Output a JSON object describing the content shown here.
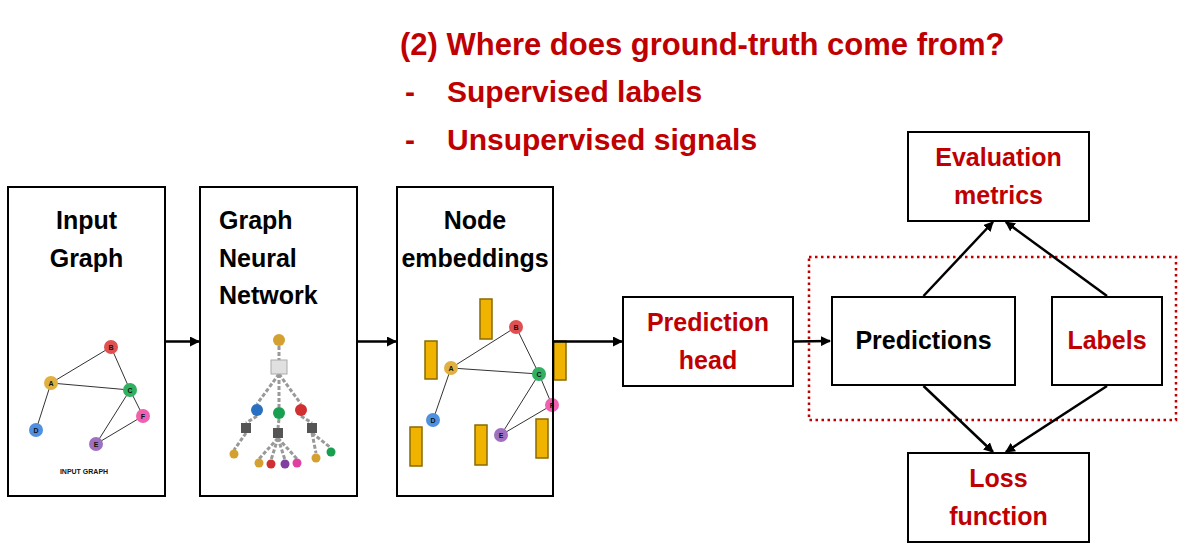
{
  "diagram": {
    "title": "(2) Where does ground-truth come from?",
    "nodes": [
      {
        "text": [
          "Input Graph"
        ]
      },
      {
        "text": [
          "Graph Neural Network"
        ]
      },
      {
        "text": [
          "Node embeddings"
        ]
      },
      {
        "text": [
          "Prediction head"
        ]
      },
      {
        "text": [
          "Evaluation metrics"
        ]
      },
      {
        "text": [
          "Predictions"
        ]
      },
      {
        "text": [
          "Labels"
        ]
      },
      {
        "text": [
          "Loss function"
        ]
      }
    ],
    "edges": [
      {
        "from": 0,
        "to": 1,
        "arrow": "to"
      },
      {
        "from": 1,
        "to": 2,
        "arrow": "to"
      },
      {
        "from": 2,
        "to": 3,
        "arrow": "to"
      },
      {
        "from": 3,
        "to": 5,
        "arrow": "to"
      },
      {
        "from": 5,
        "to": 4,
        "arrow": "to"
      },
      {
        "from": 6,
        "to": 4,
        "arrow": "to"
      },
      {
        "from": 5,
        "to": 7,
        "arrow": "to"
      },
      {
        "from": 6,
        "to": 7,
        "arrow": "to"
      }
    ],
    "labels": [
      "-",
      "Supervised labels",
      "-",
      "Unsupervised signals",
      "INPUT GRAPH",
      "B",
      "A",
      "C",
      "F",
      "D",
      "E",
      "B",
      "A",
      "C",
      "F",
      "D",
      "E"
    ]
  }
}
